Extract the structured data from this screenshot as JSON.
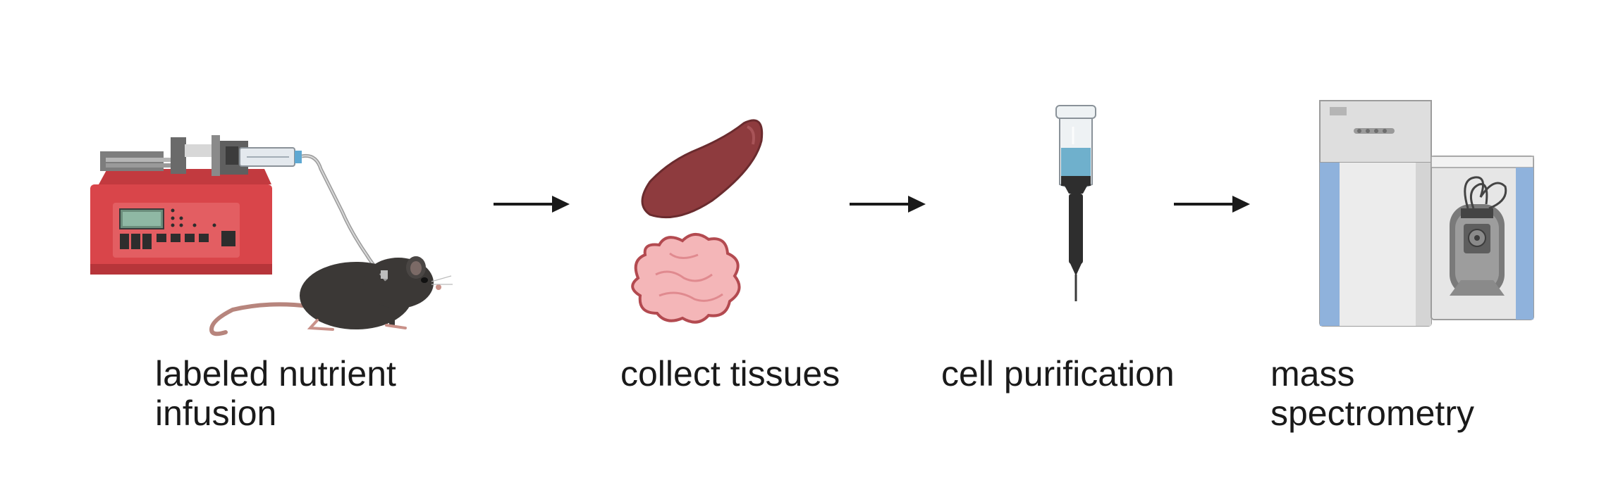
{
  "steps": [
    {
      "id": "infusion",
      "label_lines": [
        "labeled nutrient",
        "infusion"
      ],
      "icon": "syringe-pump-mouse-icon"
    },
    {
      "id": "tissues",
      "label_lines": [
        "collect tissues"
      ],
      "icon": "tissues-icon"
    },
    {
      "id": "purification",
      "label_lines": [
        "cell purification"
      ],
      "icon": "column-syringe-icon"
    },
    {
      "id": "ms",
      "label_lines": [
        "mass",
        "spectrometry"
      ],
      "icon": "mass-spectrometer-icon"
    }
  ],
  "arrows": 3,
  "colors": {
    "pump_red": "#d9454a",
    "pump_dark": "#b7353a",
    "mouse": "#3b3836",
    "spleen": "#8e3b3e",
    "tissue_pink": "#f4b6b8",
    "liquid_blue": "#6fb0cc",
    "ms_blue": "#8fb2dc",
    "ms_grey": "#e8e8e8",
    "arrow": "#1a1a1a"
  }
}
